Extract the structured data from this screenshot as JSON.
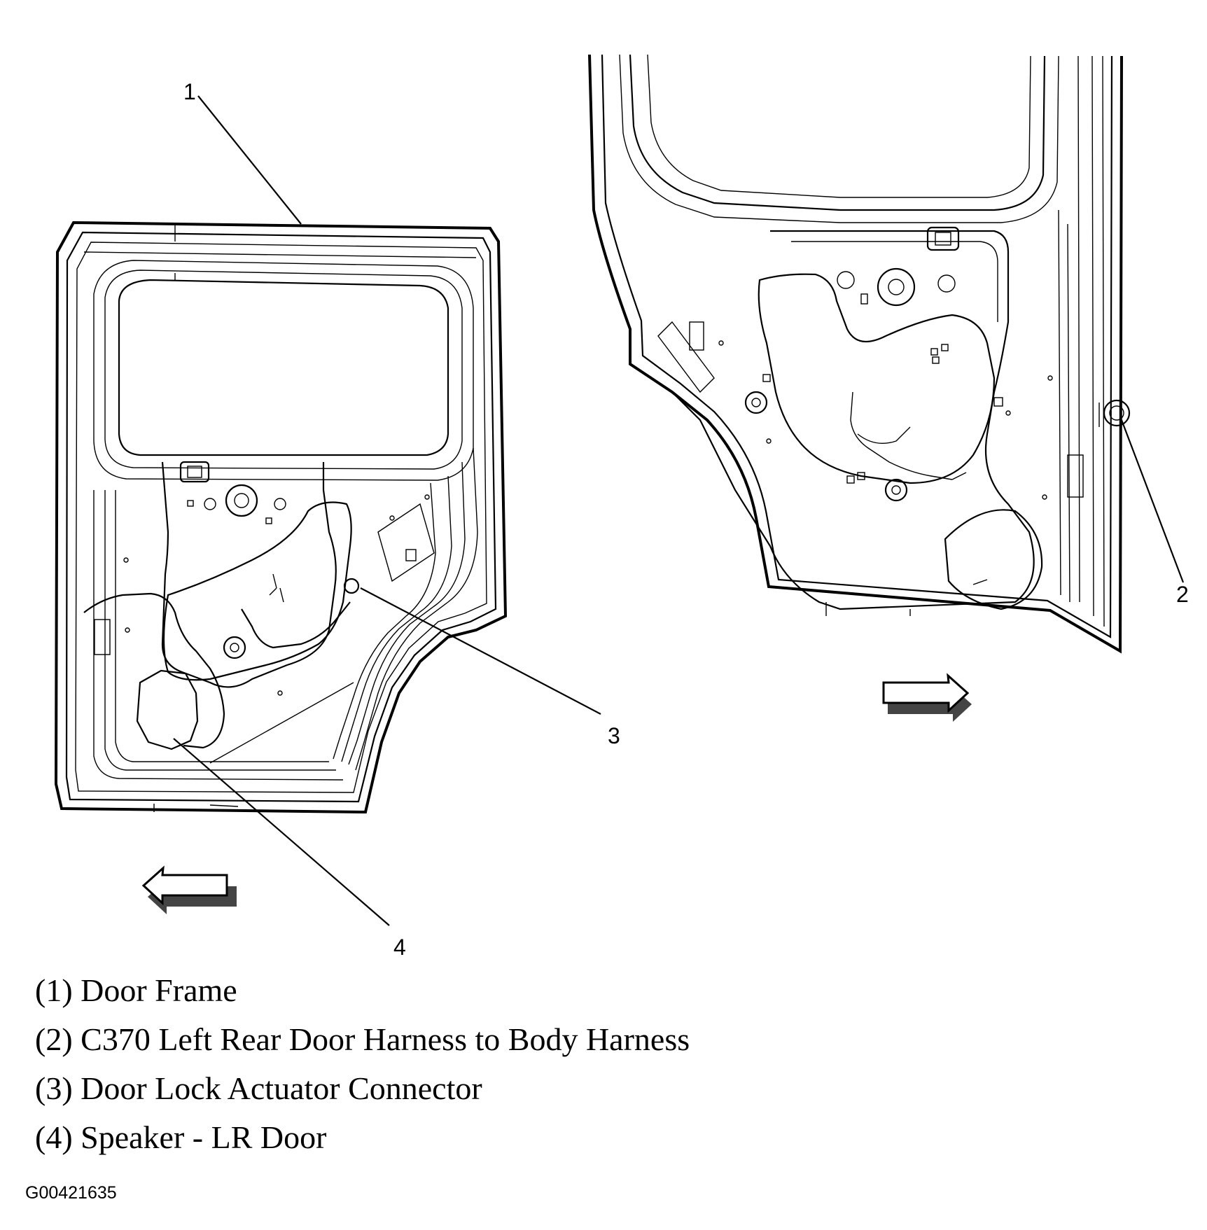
{
  "callouts": {
    "c1": "1",
    "c2": "2",
    "c3": "3",
    "c4": "4"
  },
  "legend": [
    "(1) Door Frame",
    "(2) C370 Left Rear Door Harness to Body Harness",
    "(3) Door Lock Actuator Connector",
    "(4) Speaker - LR Door"
  ],
  "figure_id": "G00421635",
  "icons": {
    "left_arrow": "left-arrow-icon",
    "right_arrow": "right-arrow-icon"
  }
}
